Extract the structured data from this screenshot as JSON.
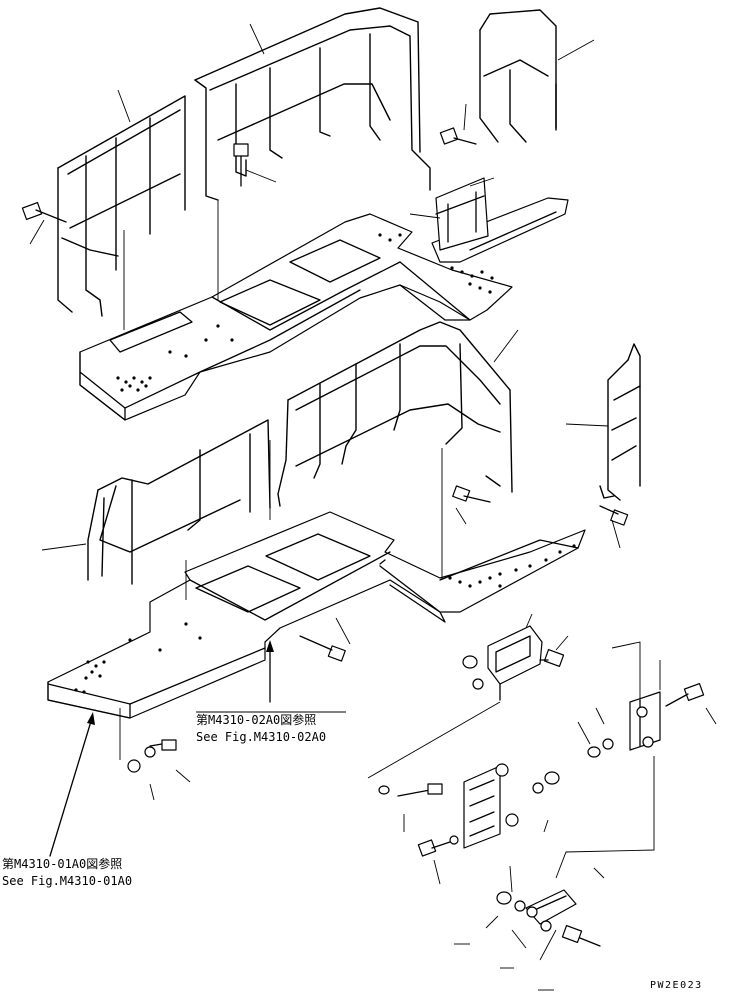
{
  "references": {
    "ref_a_jp": "第M4310-02A0図参照",
    "ref_a_en": "See Fig.M4310-02A0",
    "ref_b_jp": "第M4310-01A0図参照",
    "ref_b_en": "See Fig.M4310-01A0"
  },
  "drawing_code": "PW2E023"
}
